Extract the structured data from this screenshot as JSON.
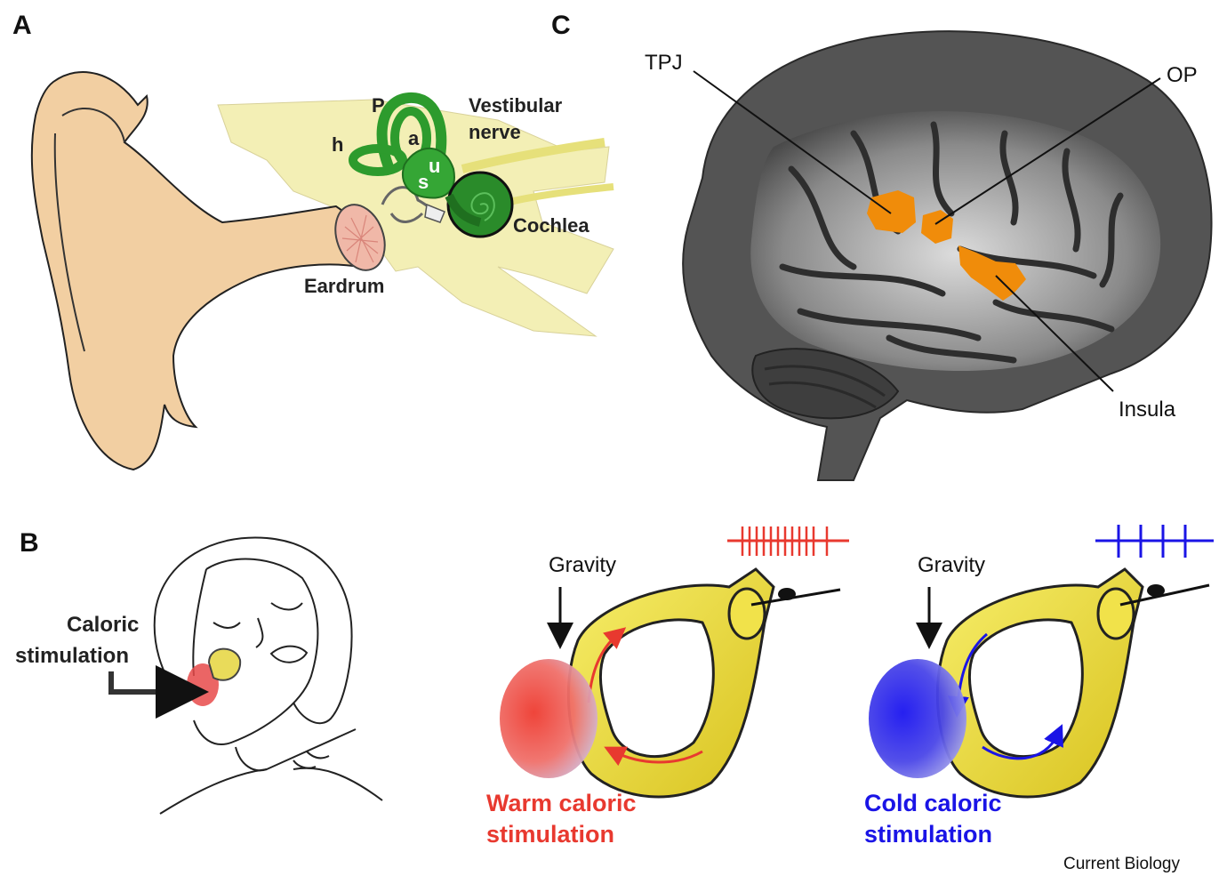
{
  "panels": {
    "a": "A",
    "b": "B",
    "c": "C"
  },
  "ear": {
    "p": "P",
    "a": "a",
    "h": "h",
    "u": "u",
    "s": "s",
    "vestibular_line1": "Vestibular",
    "vestibular_line2": "nerve",
    "cochlea": "Cochlea",
    "eardrum": "Eardrum"
  },
  "brain": {
    "tpj": "TPJ",
    "op": "OP",
    "insula": "Insula"
  },
  "patient": {
    "caloric_line1": "Caloric",
    "caloric_line2": "stimulation"
  },
  "warm": {
    "gravity": "Gravity",
    "line1": "Warm caloric",
    "line2": "stimulation",
    "color": "#e8392f"
  },
  "cold": {
    "gravity": "Gravity",
    "line1": "Cold caloric",
    "line2": "stimulation",
    "color": "#1a14e6"
  },
  "credit": "Current Biology"
}
